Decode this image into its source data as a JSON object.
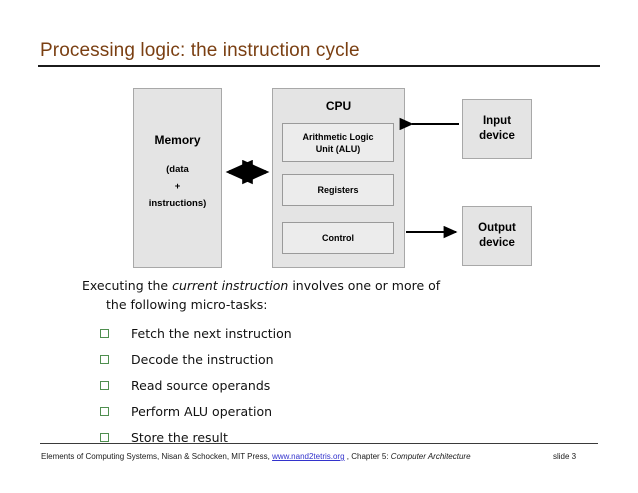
{
  "slide": {
    "title": "Processing logic: the instruction cycle"
  },
  "diagram": {
    "memory": {
      "title": "Memory",
      "line1": "(data",
      "line2": "+",
      "line3": "instructions)"
    },
    "cpu": {
      "title": "CPU",
      "alu_line1": "Arithmetic Logic",
      "alu_line2": "Unit (ALU)",
      "registers": "Registers",
      "control": "Control"
    },
    "input_device": {
      "line1": "Input",
      "line2": "device"
    },
    "output_device": {
      "line1": "Output",
      "line2": "device"
    },
    "arrows": [
      {
        "name": "memory-cpu-bidirectional",
        "direction": "both"
      },
      {
        "name": "input-to-cpu",
        "direction": "left"
      },
      {
        "name": "cpu-to-output",
        "direction": "right"
      }
    ]
  },
  "body": {
    "lead_part1": "Executing the ",
    "lead_emphasis": "current instruction",
    "lead_part2": " involves one or more of",
    "lead_line2": "the following micro-tasks:",
    "tasks": [
      "Fetch the next instruction",
      "Decode the instruction",
      "Read source operands",
      "Perform ALU operation",
      "Store the result"
    ],
    "bullet_glyph": "hollow-square"
  },
  "footer": {
    "prefix": "Elements of Computing Systems, Nisan & Schocken, MIT Press, ",
    "link": "www.nand2tetris.org",
    "mid": " , Chapter 5: ",
    "chapter_title": "Computer Architecture",
    "slide_number": "slide 3"
  },
  "colors": {
    "title": "#7a3f12",
    "box_fill": "#e4e4e4",
    "inner_box_fill": "#ececec",
    "box_border": "#a8a8a8",
    "bullet": "#4f8f4f",
    "link": "#3333cc",
    "rule": "#1b1b1b"
  }
}
